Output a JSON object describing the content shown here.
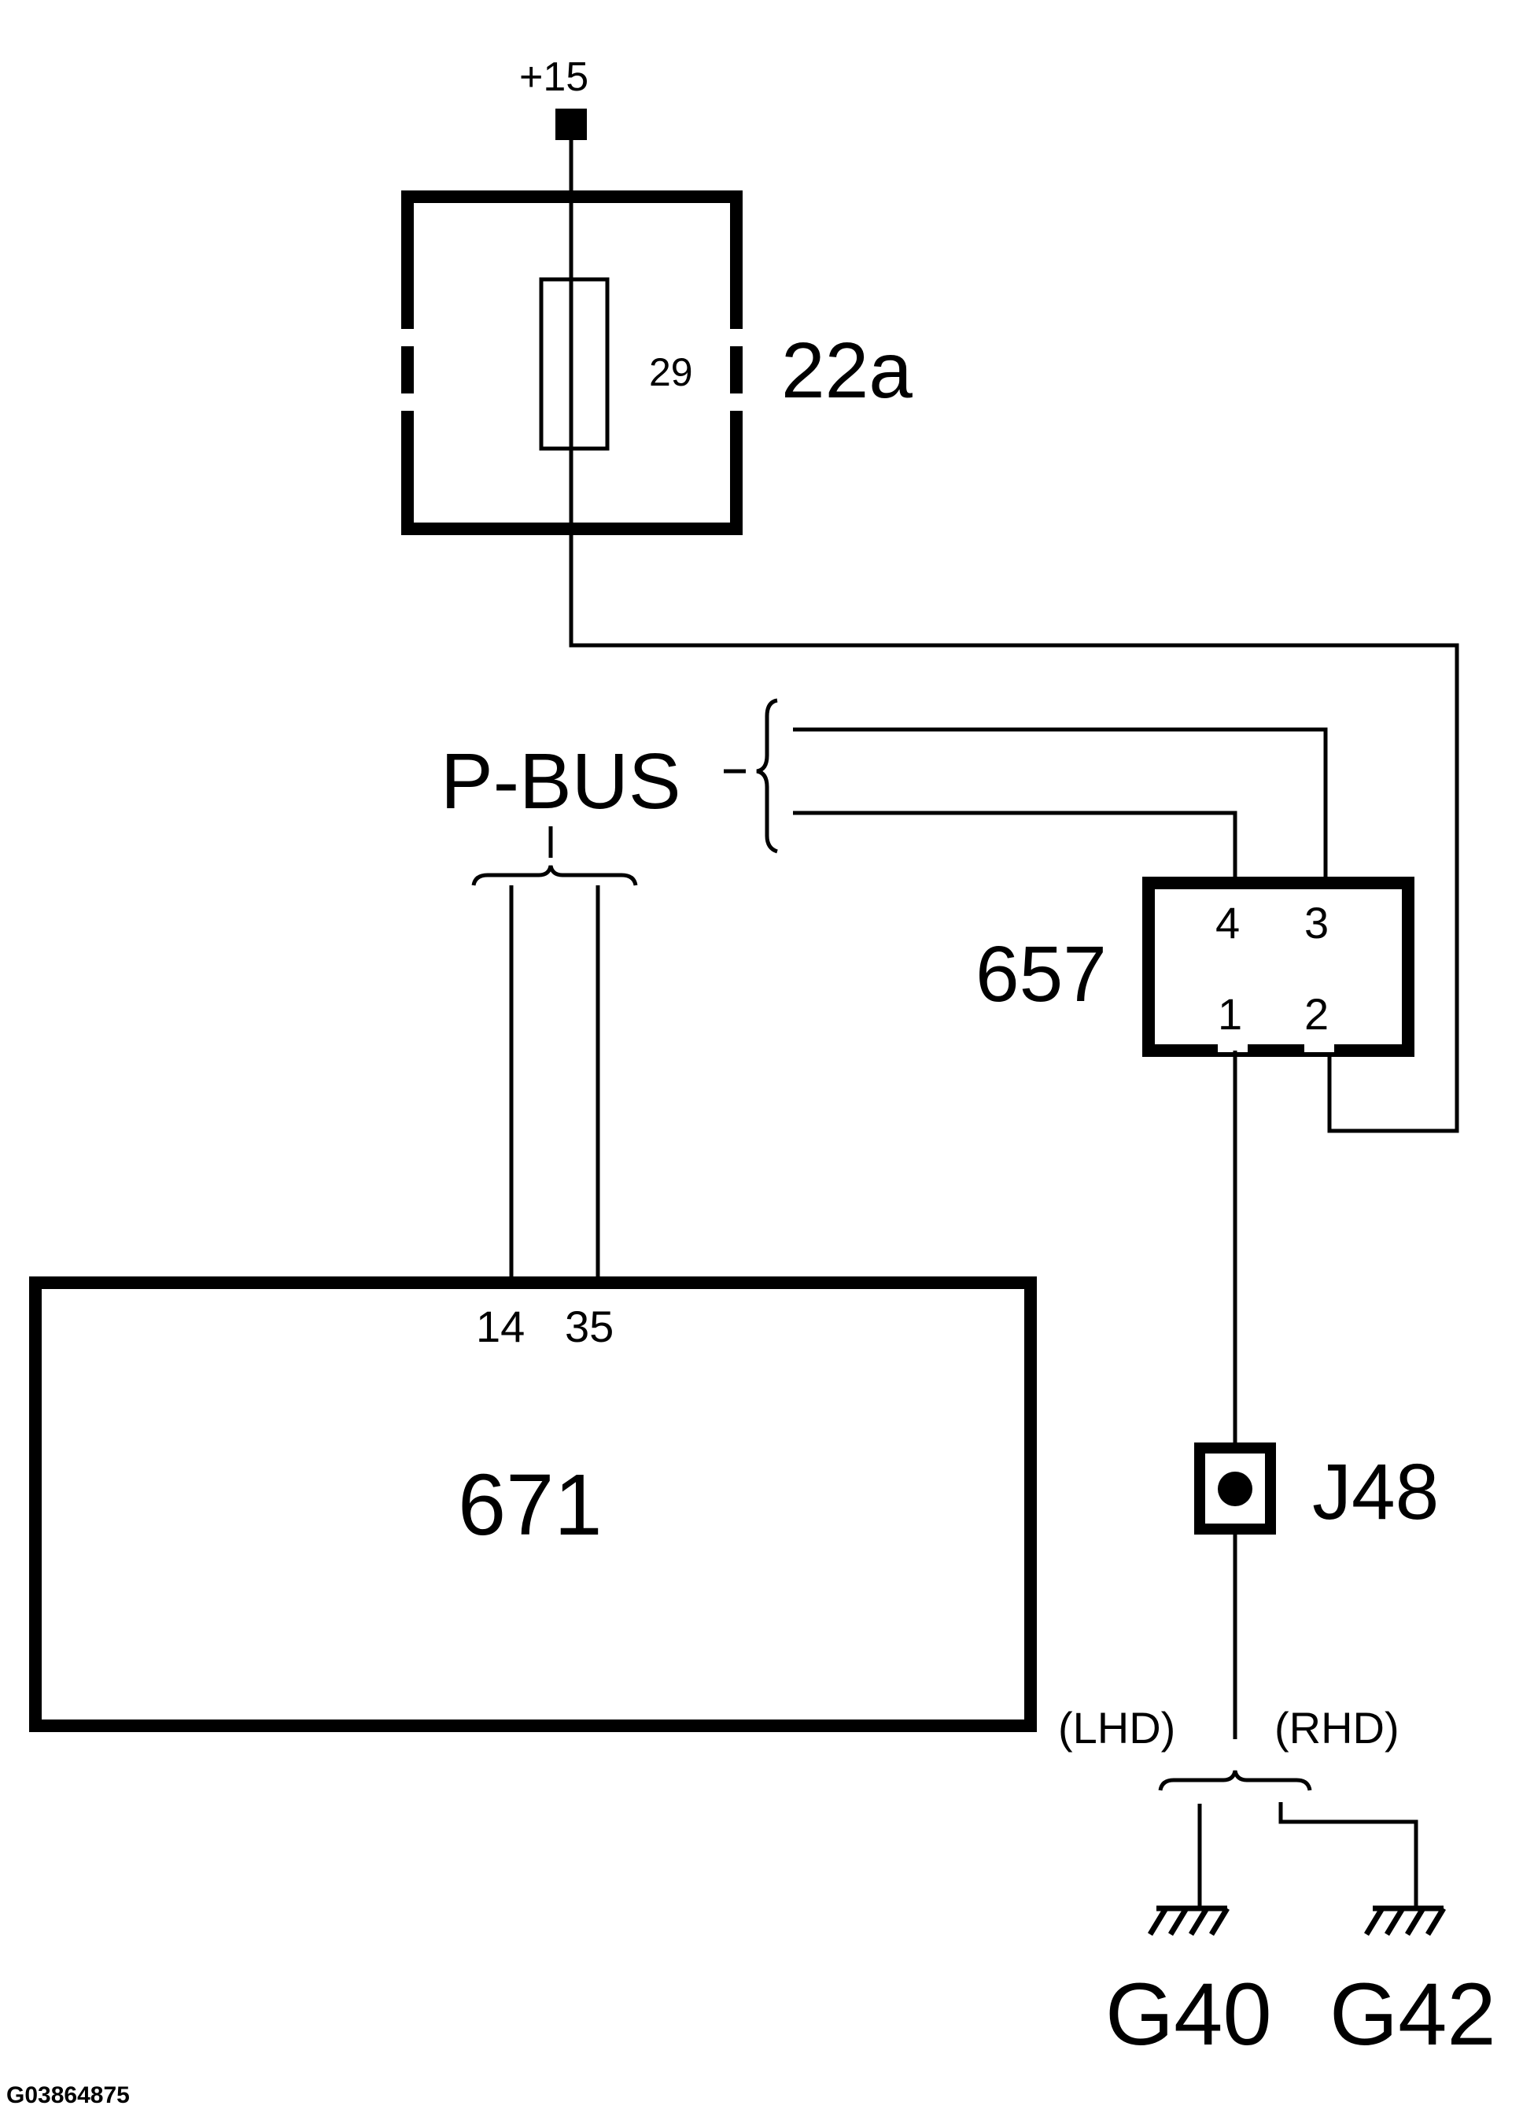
{
  "diagram": {
    "supply": {
      "label": "+15"
    },
    "fuse_box": {
      "label": "22a",
      "fuse_label": "29"
    },
    "bus": {
      "label": "P-BUS"
    },
    "connector": {
      "label": "657",
      "pins": {
        "p4": "4",
        "p3": "3",
        "p1": "1",
        "p2": "2"
      }
    },
    "module": {
      "label": "671",
      "pins": {
        "p14": "14",
        "p35": "35"
      }
    },
    "junction": {
      "label": "J48"
    },
    "variants": {
      "lhd": "(LHD)",
      "rhd": "(RHD)"
    },
    "grounds": {
      "g40": "G40",
      "g42": "G42"
    },
    "image_code": "G03864875",
    "colors": {
      "line": "#000000",
      "background": "#ffffff"
    }
  }
}
